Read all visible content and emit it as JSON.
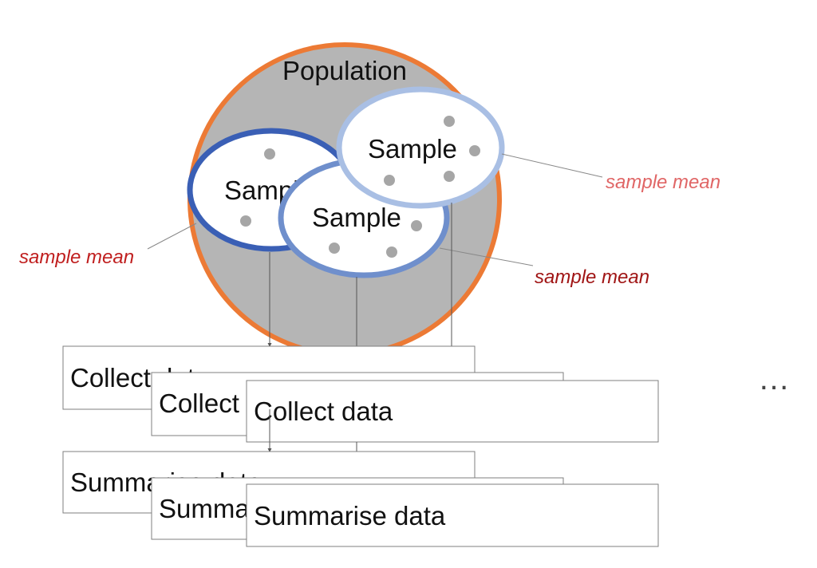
{
  "population": {
    "label": "Population",
    "fill": "#b5b5b5",
    "stroke": "#ec7a35"
  },
  "samples": [
    {
      "label": "Sample",
      "stroke": "#3a5fb5"
    },
    {
      "label": "Sample",
      "stroke": "#6f8fcc"
    },
    {
      "label": "Sample",
      "stroke": "#a9bfe4"
    }
  ],
  "annotations": [
    {
      "text": "sample mean",
      "color": "#c01f1f"
    },
    {
      "text": "sample mean",
      "color": "#e06666"
    },
    {
      "text": "sample mean",
      "color": "#a01515"
    }
  ],
  "collect_boxes": [
    {
      "label": "Collect data"
    },
    {
      "label": "Collect data"
    },
    {
      "label": "Collect data"
    }
  ],
  "summarise_boxes": [
    {
      "label": "Summarise data"
    },
    {
      "label": "Summarise data"
    },
    {
      "label": "Summarise data"
    }
  ],
  "ellipsis": "…",
  "colors": {
    "dot": "#a6a6a6",
    "connector": "#555555",
    "box_border": "#7f7f7f"
  }
}
